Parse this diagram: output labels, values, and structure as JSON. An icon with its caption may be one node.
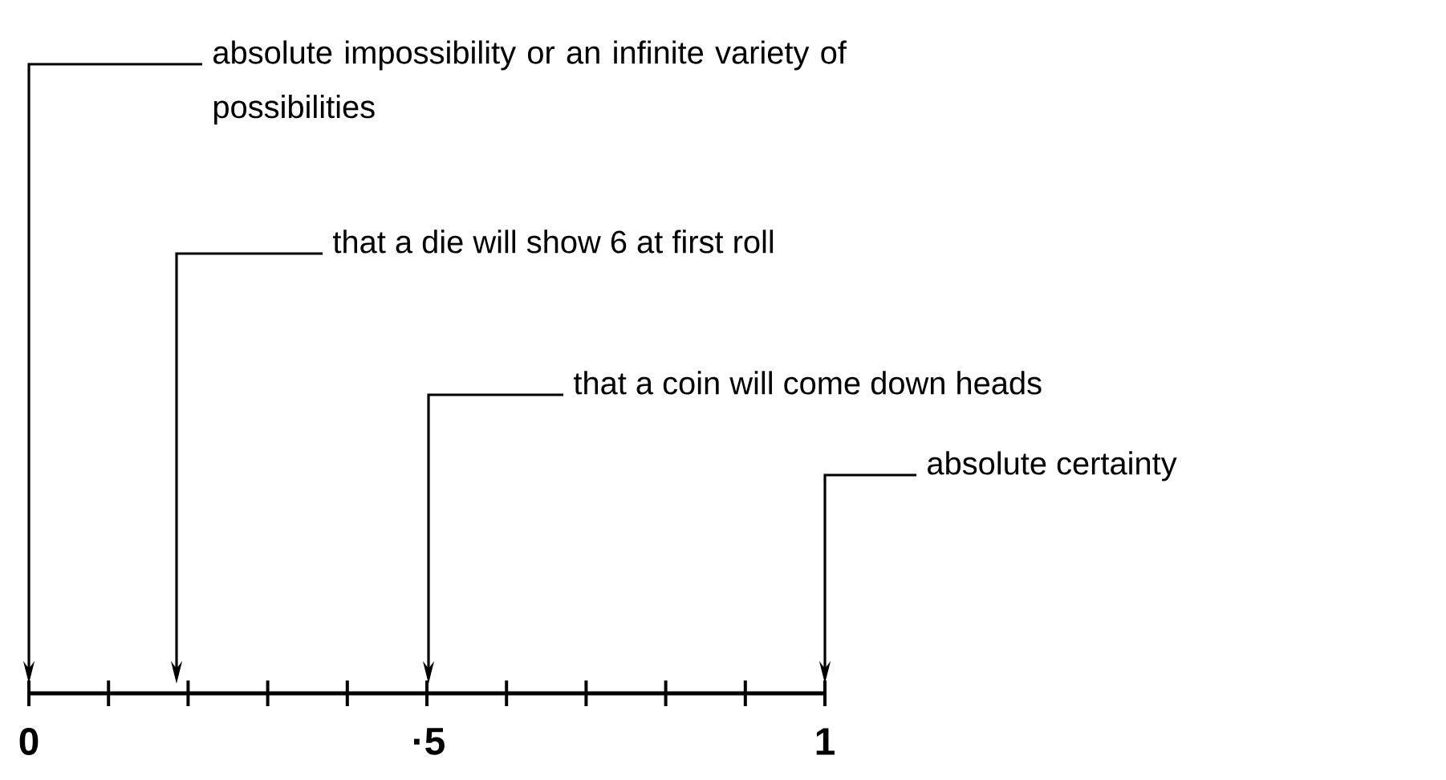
{
  "diagram": {
    "nodes": [
      {
        "text": [
          "absolute impossibility or an infinite variety of possibilities"
        ]
      },
      {
        "text": [
          "that a die will show 6 at first roll"
        ]
      },
      {
        "text": [
          "that a coin will come down heads"
        ]
      },
      {
        "text": [
          "absolute certainty"
        ]
      }
    ],
    "edges": [
      {
        "from": 0,
        "to": null,
        "arrow": "to"
      },
      {
        "from": 1,
        "to": null,
        "arrow": "to"
      },
      {
        "from": 2,
        "to": null,
        "arrow": "to"
      },
      {
        "from": 3,
        "to": null,
        "arrow": "to"
      }
    ],
    "labels": [
      "0",
      "·5",
      "1"
    ]
  }
}
